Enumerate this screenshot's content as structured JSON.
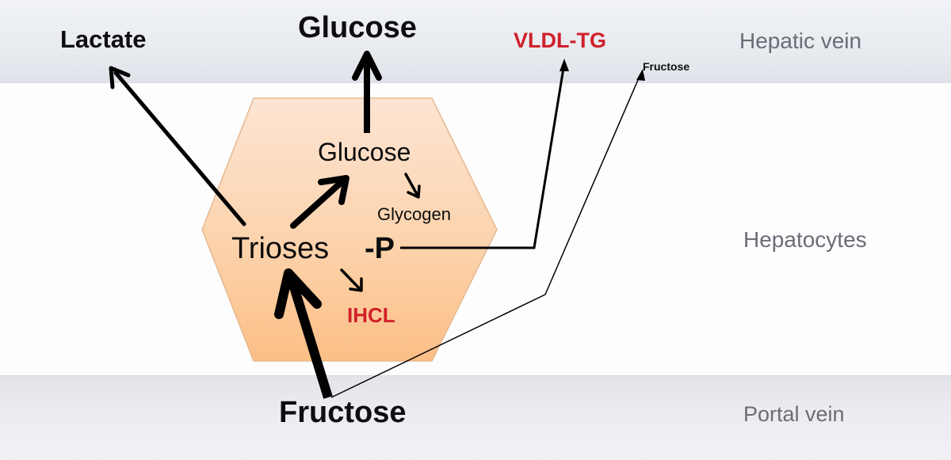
{
  "regions": {
    "hepatic_vein": "Hepatic vein",
    "hepatocytes": "Hepatocytes",
    "portal_vein": "Portal vein"
  },
  "outputs": {
    "lactate": "Lactate",
    "glucose": "Glucose",
    "vldl_tg": "VLDL-TG",
    "fructose_out": "Fructose"
  },
  "cell": {
    "glucose": "Glucose",
    "glycogen": "Glycogen",
    "trioses": "Trioses",
    "phosphate": "-P",
    "ihcl": "IHCL"
  },
  "input": {
    "fructose": "Fructose"
  },
  "colors": {
    "hexagon_fill_top": "#fde3cf",
    "hexagon_fill_bottom": "#fbc48f",
    "hexagon_stroke": "#e6b98f",
    "accent_red": "#d0202a",
    "arrow": "#000000",
    "region_label": "#6c6c76"
  },
  "arrows": [
    {
      "from": "trioses",
      "to": "lactate",
      "weight": "medium"
    },
    {
      "from": "trioses",
      "to": "glucose",
      "weight": "thick"
    },
    {
      "from": "glucose",
      "to": "glucose-blood",
      "weight": "thick"
    },
    {
      "from": "glucose",
      "to": "glycogen",
      "weight": "thin"
    },
    {
      "from": "trioses",
      "to": "ihcl",
      "weight": "thin"
    },
    {
      "from": "trioses",
      "to": "vldl-tg",
      "weight": "medium"
    },
    {
      "from": "fructose",
      "to": "trioses",
      "weight": "very-thick"
    },
    {
      "from": "fructose",
      "to": "fructose-hepatic",
      "weight": "hairline"
    }
  ]
}
